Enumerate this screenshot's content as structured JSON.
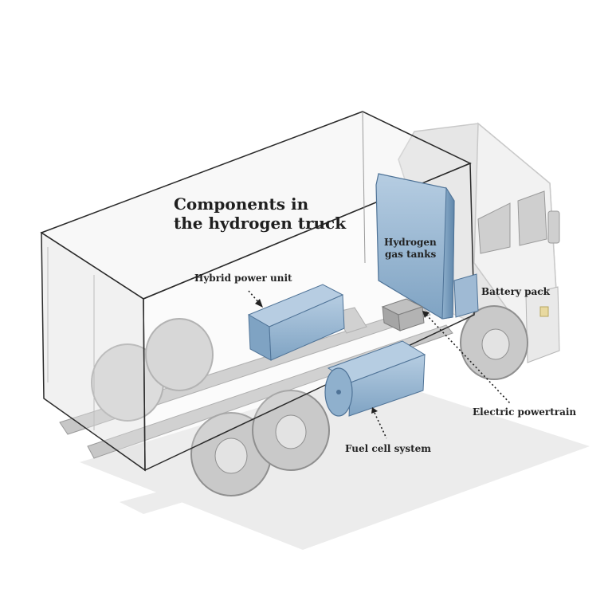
{
  "title": {
    "line1": "Components in",
    "line2": "the hydrogen truck"
  },
  "labels": {
    "hybrid_power_unit": "Hybrid power unit",
    "hydrogen_line1": "Hydrogen",
    "hydrogen_line2": "gas tanks",
    "battery_pack": "Battery pack",
    "electric_powertrain": "Electric powertrain",
    "fuel_cell_system": "Fuel cell system"
  },
  "colors": {
    "component_blue": "#9dbbd6",
    "component_blue_dark": "#6f93b5",
    "truck_grey": "#dcdcdc",
    "chassis_grey": "#b9b9b9",
    "outline": "#2a2a2a"
  }
}
